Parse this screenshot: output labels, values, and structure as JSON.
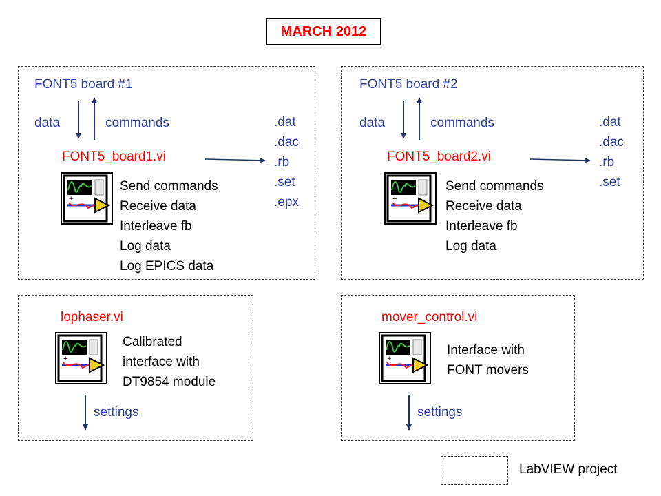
{
  "title": "MARCH 2012",
  "board1": {
    "heading": "FONT5 board #1",
    "data_label": "data",
    "commands_label": "commands",
    "vi_name": "FONT5_board1.vi",
    "tasks": [
      "Send commands",
      "Receive data",
      "Interleave fb",
      "Log data",
      "Log EPICS data"
    ],
    "extensions": [
      ".dat",
      ".dac",
      ".rb",
      ".set",
      ".epx"
    ]
  },
  "board2": {
    "heading": "FONT5 board #2",
    "data_label": "data",
    "commands_label": "commands",
    "vi_name": "FONT5_board2.vi",
    "tasks": [
      "Send commands",
      "Receive data",
      "Interleave fb",
      "Log data"
    ],
    "extensions": [
      ".dat",
      ".dac",
      ".rb",
      ".set"
    ]
  },
  "lophaser": {
    "vi_name": "lophaser.vi",
    "description": [
      "Calibrated",
      "interface with",
      "DT9854 module"
    ],
    "output_label": "settings"
  },
  "mover": {
    "vi_name": "mover_control.vi",
    "description": [
      "Interface with",
      "FONT movers"
    ],
    "output_label": "settings"
  },
  "legend": {
    "label": "LabVIEW project"
  },
  "colors": {
    "title": "#ff0000",
    "vi_name": "#ff0000",
    "label": "#2e3f9e",
    "arrow": "#1f3466",
    "text": "#000000"
  },
  "icons": [
    "labview-vi-icon"
  ]
}
